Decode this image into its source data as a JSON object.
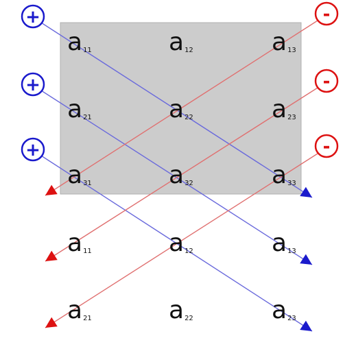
{
  "matrix": {
    "rows": [
      [
        {
          "base": "a",
          "sub": "11"
        },
        {
          "base": "a",
          "sub": "12"
        },
        {
          "base": "a",
          "sub": "13"
        }
      ],
      [
        {
          "base": "a",
          "sub": "21"
        },
        {
          "base": "a",
          "sub": "22"
        },
        {
          "base": "a",
          "sub": "23"
        }
      ],
      [
        {
          "base": "a",
          "sub": "31"
        },
        {
          "base": "a",
          "sub": "32"
        },
        {
          "base": "a",
          "sub": "33"
        }
      ]
    ]
  },
  "repeated_rows": [
    [
      {
        "base": "a",
        "sub": "11"
      },
      {
        "base": "a",
        "sub": "12"
      },
      {
        "base": "a",
        "sub": "13"
      }
    ],
    [
      {
        "base": "a",
        "sub": "21"
      },
      {
        "base": "a",
        "sub": "22"
      },
      {
        "base": "a",
        "sub": "23"
      }
    ]
  ],
  "signs": {
    "plus": [
      "+",
      "+",
      "+"
    ],
    "minus": [
      "-",
      "-",
      "-"
    ]
  },
  "colors": {
    "plus": "#1a1acc",
    "minus": "#dd1111",
    "plus_line": "#6a6adc",
    "minus_line": "#e07070",
    "matrix_fill": "#cccccc",
    "matrix_border": "#b0b0b0"
  }
}
